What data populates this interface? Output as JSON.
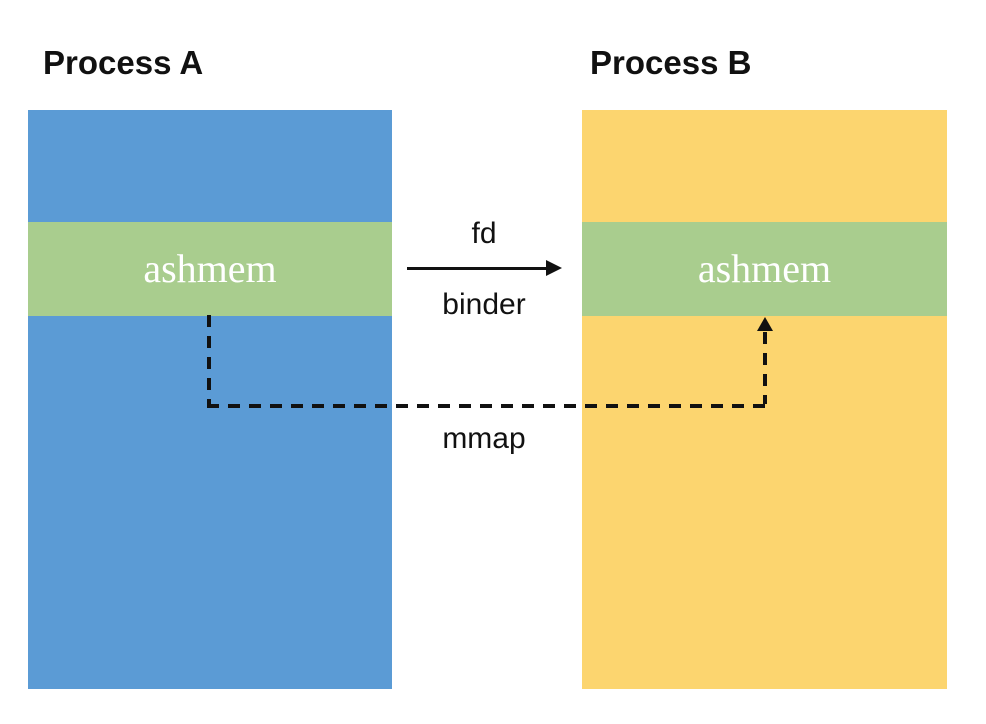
{
  "diagram": {
    "process_a": {
      "title": "Process A",
      "segment_label": "ashmem"
    },
    "process_b": {
      "title": "Process B",
      "segment_label": "ashmem"
    },
    "transfer_arrow": {
      "top_label": "fd",
      "bottom_label": "binder",
      "direction": "left-to-right"
    },
    "mmap_arrow": {
      "label": "mmap",
      "style": "dashed",
      "direction": "process-a-to-process-b"
    },
    "colors": {
      "process_a_fill": "#5b9bd5",
      "process_b_fill": "#fcd56f",
      "shared_segment_fill": "#a9cd8e",
      "segment_text": "#ffffff",
      "arrow_and_text": "#111111",
      "background": "#ffffff"
    }
  }
}
